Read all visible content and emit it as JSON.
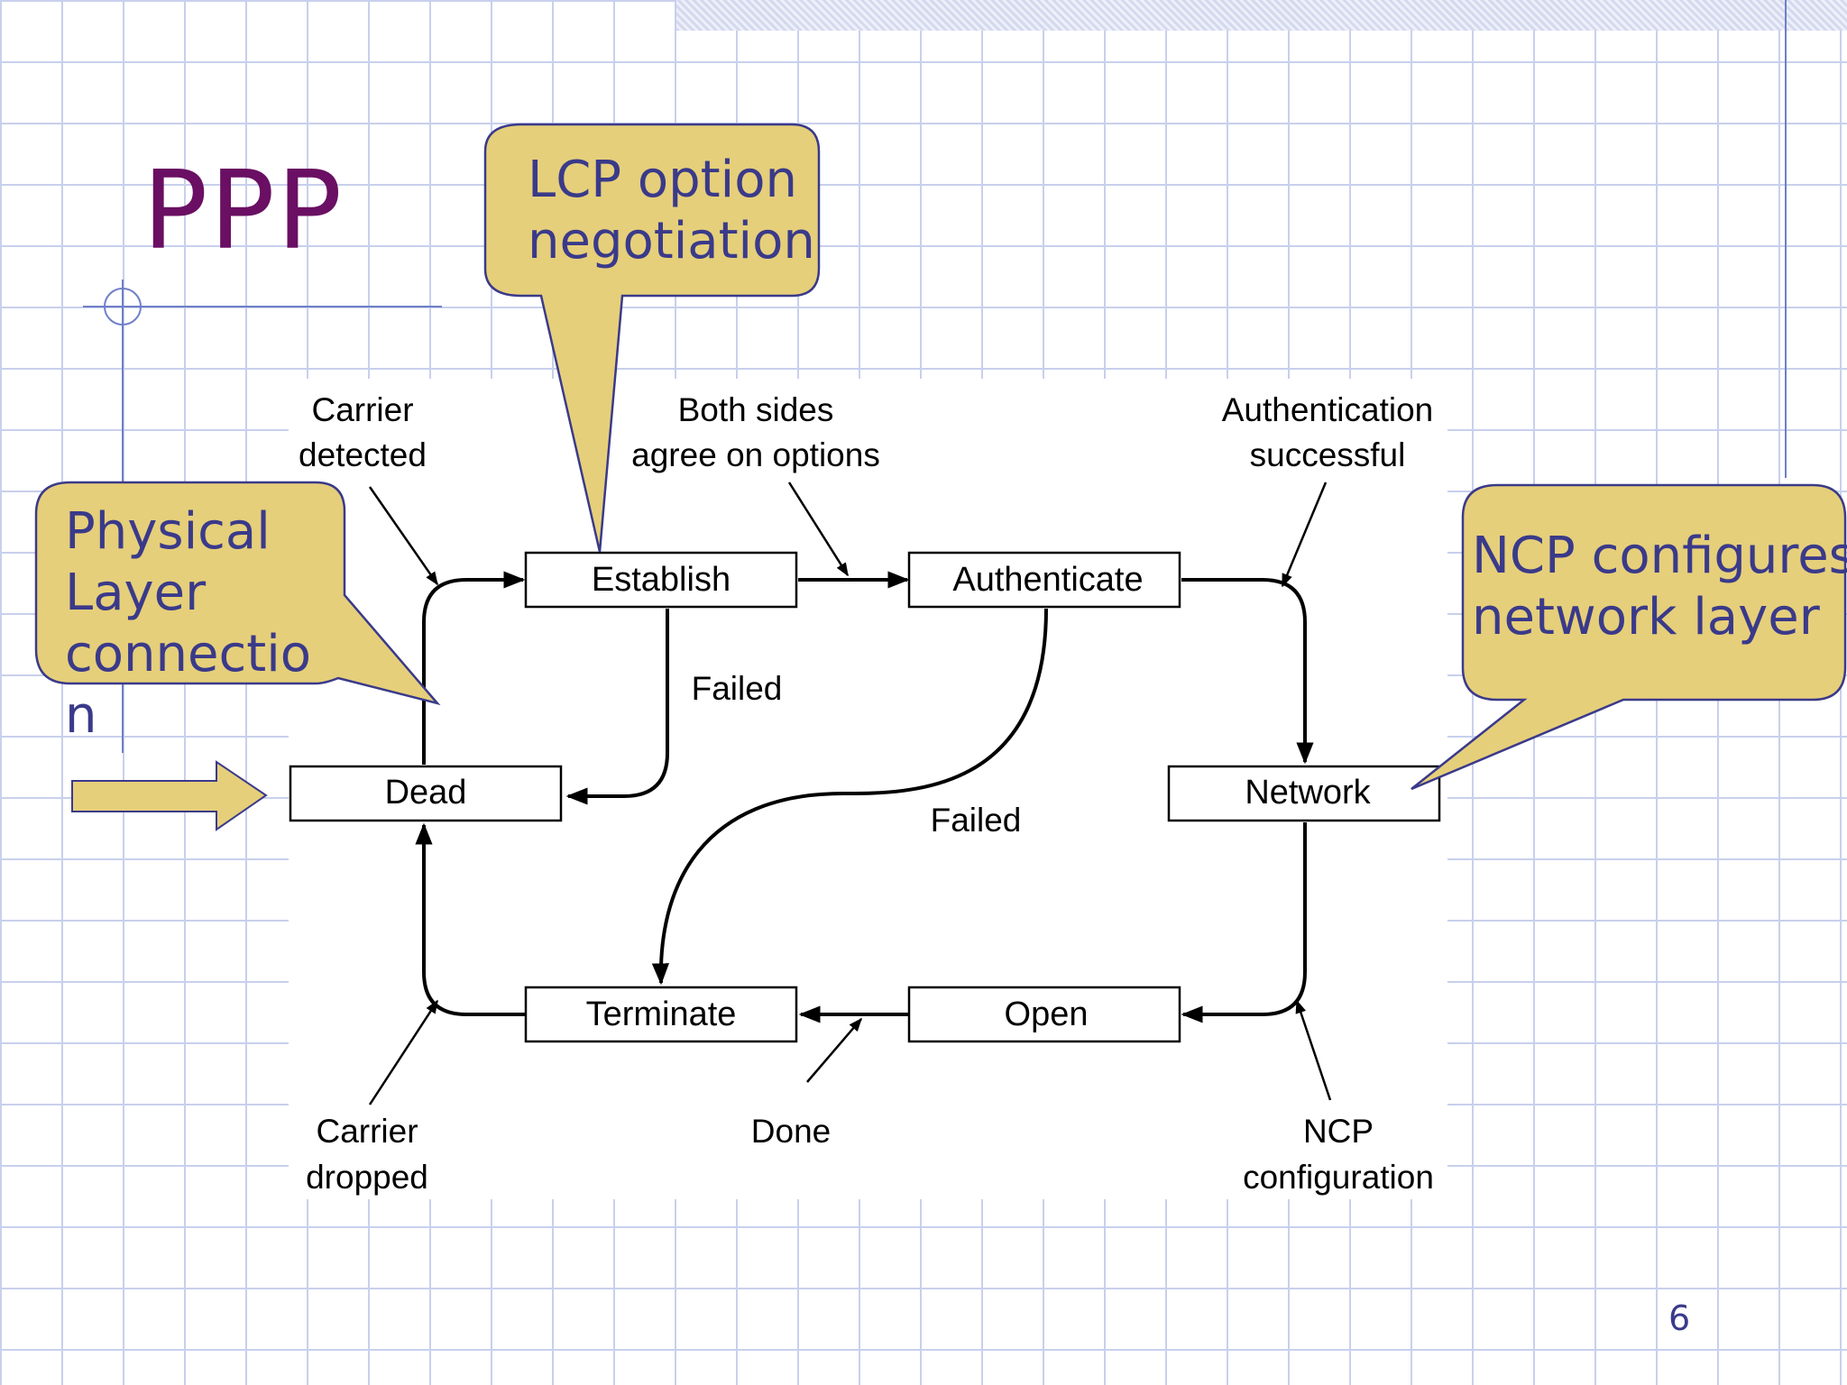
{
  "slide": {
    "title": "PPP",
    "page_number": "6"
  },
  "callouts": {
    "lcp": {
      "line1": "LCP option",
      "line2": "negotiation"
    },
    "physical": {
      "line1": "Physical",
      "line2": "Layer",
      "line3": "connectio",
      "line4": "n"
    },
    "ncp": {
      "line1": "NCP configures",
      "line2": "network layer"
    }
  },
  "states": {
    "dead": "Dead",
    "establish": "Establish",
    "authenticate": "Authenticate",
    "network": "Network",
    "open": "Open",
    "terminate": "Terminate"
  },
  "transitions": {
    "carrier_detected": [
      "Carrier",
      "detected"
    ],
    "both_sides": [
      "Both sides",
      "agree on options"
    ],
    "auth_success": [
      "Authentication",
      "successful"
    ],
    "failed_establish": "Failed",
    "failed_auth": "Failed",
    "carrier_dropped": [
      "Carrier",
      "dropped"
    ],
    "done": "Done",
    "ncp_config": [
      "NCP",
      "configuration"
    ]
  },
  "colors": {
    "callout_fill": "#e6cf7a",
    "callout_text": "#3a3a8a",
    "title": "#6a0f63",
    "grid": "#c8d0ec"
  }
}
